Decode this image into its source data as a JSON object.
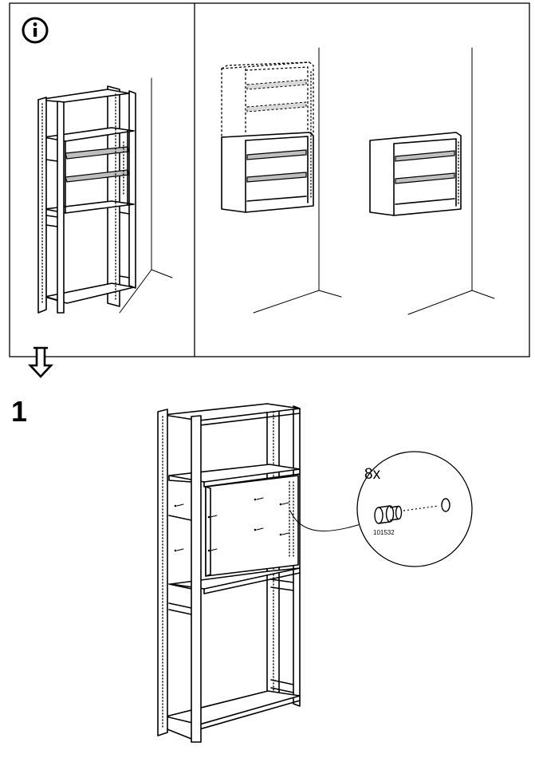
{
  "info": {
    "icon": "info-icon"
  },
  "step": {
    "number": "1",
    "arrow_icon": "down-arrow-icon"
  },
  "detail": {
    "quantity": "8x",
    "part_number": "101532"
  },
  "colors": {
    "line": "#000000",
    "shelf_fill": "#bfbfbf",
    "background": "#ffffff"
  }
}
